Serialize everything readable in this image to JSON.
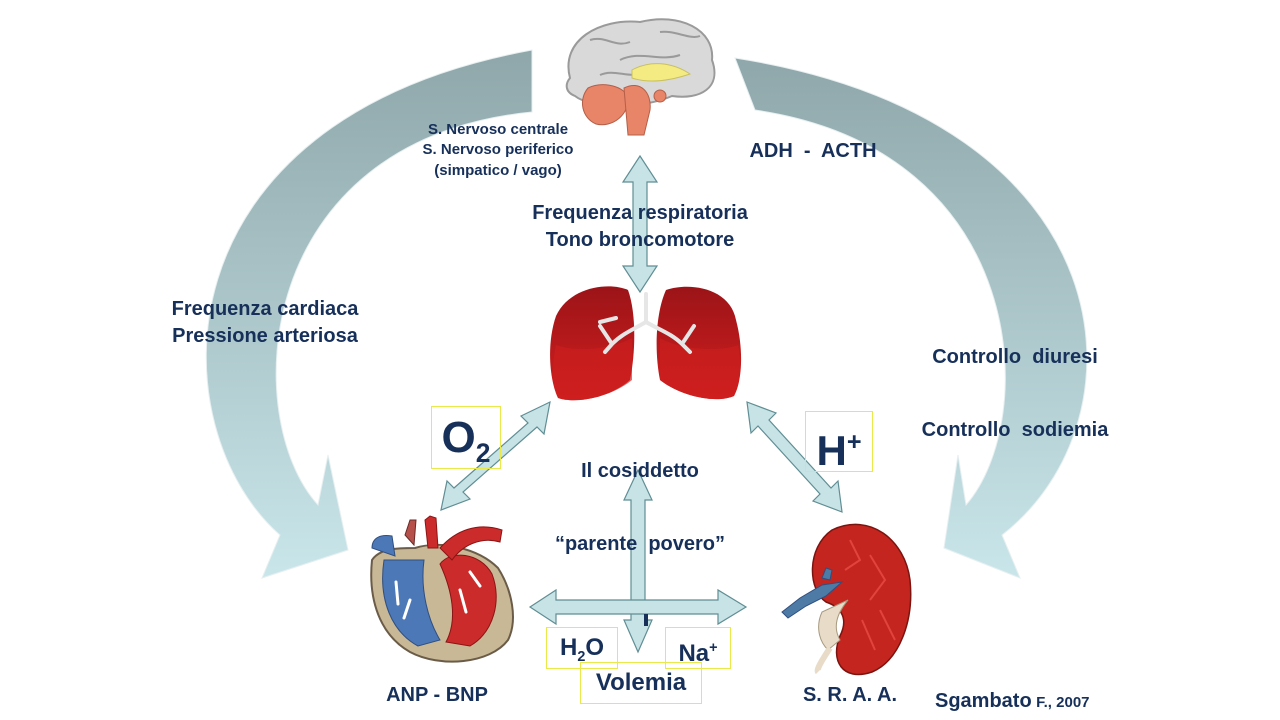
{
  "brain": {
    "lines": [
      "S. Nervoso centrale",
      "S. Nervoso periferico",
      "(simpatico / vago)"
    ]
  },
  "hormones_top": "ADH  -  ACTH",
  "respiratory": {
    "lines": [
      "Frequenza respiratoria",
      "Tono broncomotore"
    ]
  },
  "cardio": {
    "lines": [
      "Frequenza cardiaca",
      "Pressione arteriosa"
    ]
  },
  "renal": {
    "lines": [
      "Controllo  diuresi",
      "Controllo  sodiemia"
    ]
  },
  "lung": {
    "lines": [
      "Il cosiddetto",
      "“parente  povero”"
    ]
  },
  "ions": {
    "o2": {
      "base": "O",
      "sub": "2"
    },
    "h": {
      "base": "H",
      "sup": "+"
    },
    "h2o": {
      "base1": "H",
      "sub": "2",
      "base2": "O"
    },
    "na": {
      "base": "Na",
      "sup": "+"
    }
  },
  "volemia": "Volemia",
  "heart_label": "ANP - BNP",
  "kidney_label": "S. R. A. A.",
  "credit": {
    "name": "Sgambato",
    "year": "F., 2007"
  },
  "colors": {
    "text": "#17305a",
    "box_border": "#e9e94a",
    "arc_gradient_start": "#8fa7aa",
    "arc_gradient_end": "#c9e6ea",
    "arrow_fill": "#c8e3e6",
    "arrow_stroke": "#5f8e94"
  }
}
